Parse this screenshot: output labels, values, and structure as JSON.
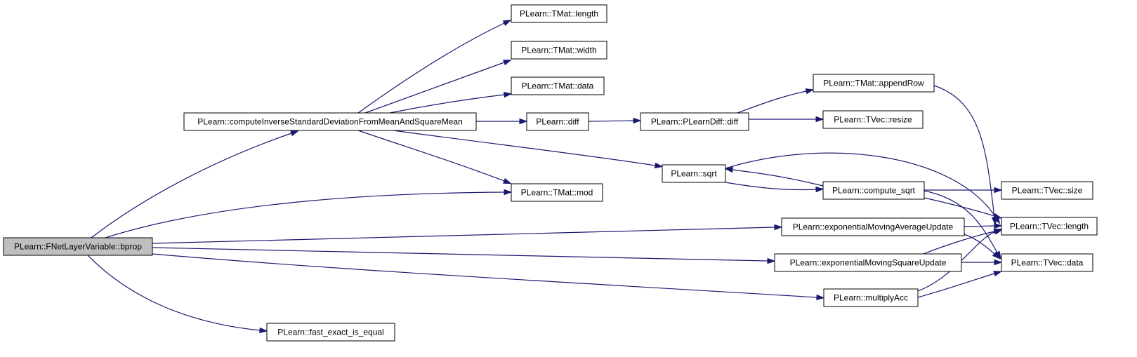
{
  "graph": {
    "edge_color": "#191970",
    "root_fill": "#bfbfbf",
    "node_fill": "#ffffff",
    "nodes": [
      {
        "id": "bprop",
        "label": "PLearn::FNetLayerVariable::bprop",
        "root": true
      },
      {
        "id": "compInv",
        "label": "PLearn::computeInverseStandardDeviationFromMeanAndSquareMean"
      },
      {
        "id": "tmatLength",
        "label": "PLearn::TMat::length"
      },
      {
        "id": "tmatWidth",
        "label": "PLearn::TMat::width"
      },
      {
        "id": "tmatData",
        "label": "PLearn::TMat::data"
      },
      {
        "id": "diff",
        "label": "PLearn::diff"
      },
      {
        "id": "plearnDiff",
        "label": "PLearn::PLearnDiff::diff"
      },
      {
        "id": "appendRow",
        "label": "PLearn::TMat::appendRow"
      },
      {
        "id": "resize",
        "label": "PLearn::TVec::resize"
      },
      {
        "id": "sqrt",
        "label": "PLearn::sqrt"
      },
      {
        "id": "computeSqrt",
        "label": "PLearn::compute_sqrt"
      },
      {
        "id": "tvecSize",
        "label": "PLearn::TVec::size"
      },
      {
        "id": "tmatMod",
        "label": "PLearn::TMat::mod"
      },
      {
        "id": "expAvg",
        "label": "PLearn::exponentialMovingAverageUpdate"
      },
      {
        "id": "tvecLength",
        "label": "PLearn::TVec::length"
      },
      {
        "id": "expSq",
        "label": "PLearn::exponentialMovingSquareUpdate"
      },
      {
        "id": "tvecData",
        "label": "PLearn::TVec::data"
      },
      {
        "id": "multAcc",
        "label": "PLearn::multiplyAcc"
      },
      {
        "id": "fastEq",
        "label": "PLearn::fast_exact_is_equal"
      }
    ],
    "edges": [
      {
        "from": "bprop",
        "to": "compInv"
      },
      {
        "from": "bprop",
        "to": "tmatMod"
      },
      {
        "from": "bprop",
        "to": "expAvg"
      },
      {
        "from": "bprop",
        "to": "expSq"
      },
      {
        "from": "bprop",
        "to": "multAcc"
      },
      {
        "from": "bprop",
        "to": "fastEq"
      },
      {
        "from": "compInv",
        "to": "tmatLength"
      },
      {
        "from": "compInv",
        "to": "tmatWidth"
      },
      {
        "from": "compInv",
        "to": "tmatData"
      },
      {
        "from": "compInv",
        "to": "diff"
      },
      {
        "from": "compInv",
        "to": "tmatMod"
      },
      {
        "from": "compInv",
        "to": "sqrt"
      },
      {
        "from": "diff",
        "to": "plearnDiff"
      },
      {
        "from": "plearnDiff",
        "to": "appendRow"
      },
      {
        "from": "plearnDiff",
        "to": "resize"
      },
      {
        "from": "appendRow",
        "to": "tvecLength"
      },
      {
        "from": "sqrt",
        "to": "computeSqrt"
      },
      {
        "from": "sqrt",
        "to": "tvecLength"
      },
      {
        "from": "computeSqrt",
        "to": "sqrt"
      },
      {
        "from": "computeSqrt",
        "to": "tvecSize"
      },
      {
        "from": "computeSqrt",
        "to": "tvecLength"
      },
      {
        "from": "computeSqrt",
        "to": "tvecData"
      },
      {
        "from": "expAvg",
        "to": "tvecLength"
      },
      {
        "from": "expAvg",
        "to": "tvecData"
      },
      {
        "from": "expSq",
        "to": "tvecLength"
      },
      {
        "from": "expSq",
        "to": "tvecData"
      },
      {
        "from": "multAcc",
        "to": "tvecLength"
      },
      {
        "from": "multAcc",
        "to": "tvecData"
      }
    ]
  }
}
